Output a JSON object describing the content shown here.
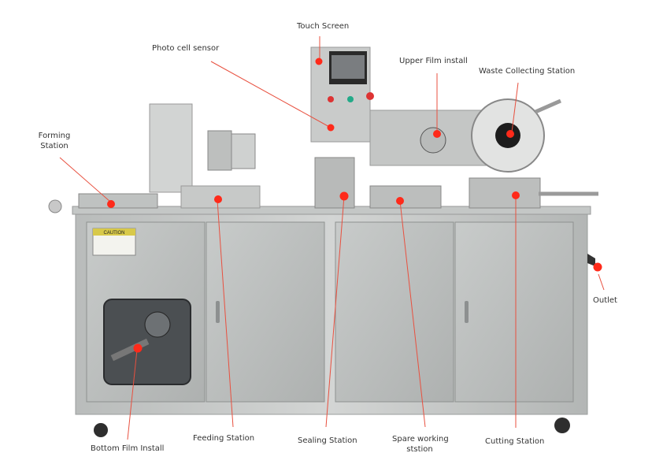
{
  "diagram": {
    "accent_color": "#ff2a1a",
    "leader_color": "#e8503f",
    "labels": {
      "touch_screen": "Touch Screen",
      "photo_cell_sensor": "Photo cell sensor",
      "upper_film_install": "Upper Film install",
      "waste_collecting_station": "Waste Collecting Station",
      "forming_station_line1": "Forming",
      "forming_station_line2": "Station",
      "outlet": "Outlet",
      "bottom_film_install": "Bottom Film Install",
      "feeding_station": "Feeding Station",
      "sealing_station": "Sealing Station",
      "spare_working_station_line1": "Spare working",
      "spare_working_station_line2": "ststion",
      "cutting_station": "Cutting Station"
    },
    "caution_sticker": "CAUTION"
  }
}
